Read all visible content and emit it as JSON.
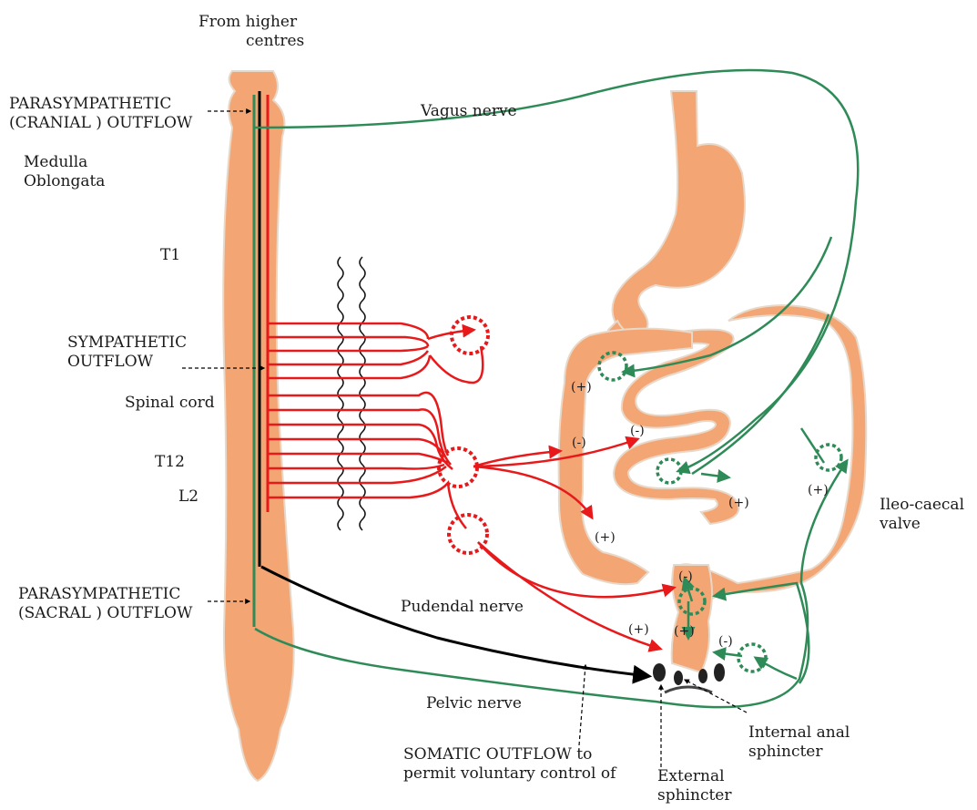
{
  "labels": {
    "higher_1": "From higher",
    "higher_2": "centres",
    "para_cranial_1": "PARASYMPATHETIC",
    "para_cranial_2": "(CRANIAL ) OUTFLOW",
    "medulla_1": "Medulla",
    "medulla_2": "Oblongata",
    "t1": "T1",
    "symp_1": "SYMPATHETIC",
    "symp_2": "OUTFLOW",
    "spinal_cord": "Spinal cord",
    "t12": "T12",
    "l2": "L2",
    "para_sacral_1": "PARASYMPATHETIC",
    "para_sacral_2": "(SACRAL ) OUTFLOW",
    "vagus": "Vagus nerve",
    "pudendal": "Pudendal nerve",
    "pelvic": "Pelvic nerve",
    "somatic_1": "SOMATIC OUTFLOW  to",
    "somatic_2": "permit voluntary control of",
    "ileo_1": "Ileo-caecal",
    "ileo_2": "valve",
    "internal_1": "Internal anal",
    "internal_2": "sphincter",
    "external_1": "External",
    "external_2": "sphincter"
  },
  "signs": {
    "s1": "(+)",
    "s2": "(-)",
    "s3": "(-)",
    "s4": "(+)",
    "s5": "(+)",
    "s6": "(+)",
    "s7": "(-)",
    "s8": "(+)",
    "s9": "(+)",
    "s10": "(-)"
  },
  "colors": {
    "organ_fill": "#F4A574",
    "sympathetic": "#E8191B",
    "parasympathetic": "#2E8B57",
    "somatic": "#000000"
  }
}
